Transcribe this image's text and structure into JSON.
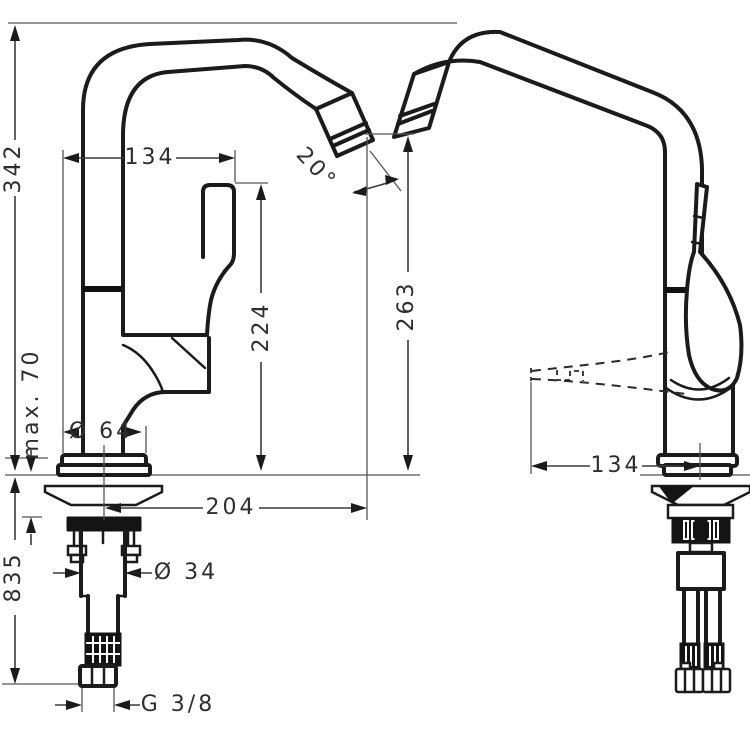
{
  "drawing": {
    "type": "technical-dimension-drawing",
    "subject": "single-lever kitchen faucet, front view and side view with under-counter mounting hardware",
    "background_color": "#ffffff",
    "outline_color": "#1b1b1b",
    "dimension_color": "#3c3c3c",
    "dimensions": {
      "overall_height": "342",
      "spout_top_offset": "134",
      "outlet_angle": "20°",
      "outlet_height": "263",
      "handle_top_height": "224",
      "max_counter_thickness": "max. 70",
      "base_diameter": "Ø 64",
      "handle_reach_side": "134",
      "spout_reach": "204",
      "shank_diameter": "Ø 34",
      "hose_length": "835",
      "thread_size": "G 3/8"
    }
  }
}
